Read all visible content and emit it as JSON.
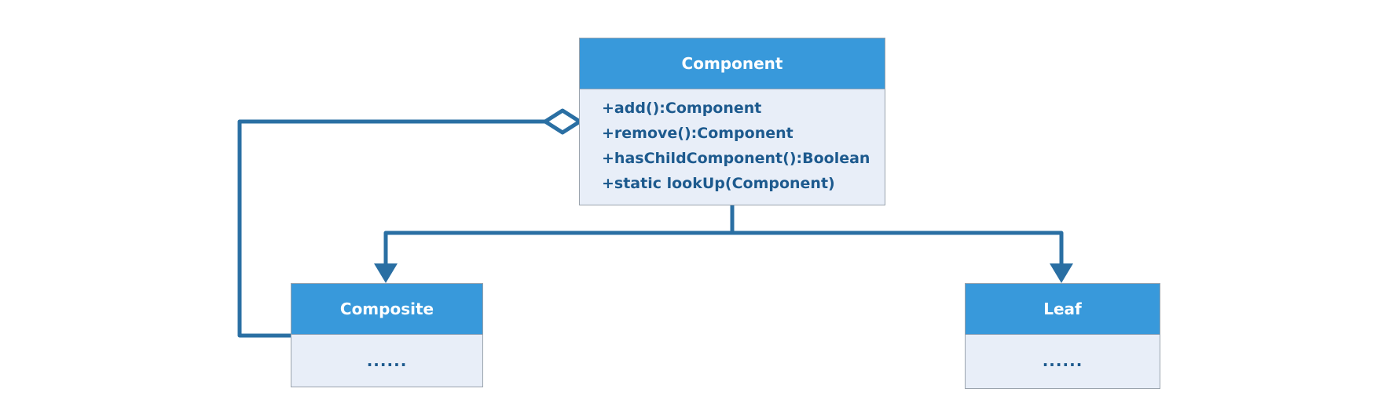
{
  "diagram": {
    "component": {
      "title": "Component",
      "members": [
        "+add():Component",
        "+remove():Component",
        "+hasChildComponent():Boolean",
        "+static lookUp(Component)"
      ]
    },
    "composite": {
      "title": "Composite",
      "body": "......"
    },
    "leaf": {
      "title": "Leaf",
      "body": "......"
    },
    "colors": {
      "header": "#3899db",
      "line": "#2a6fa3",
      "text": "#1d5a8e",
      "body_bg": "#e8eef8"
    }
  }
}
